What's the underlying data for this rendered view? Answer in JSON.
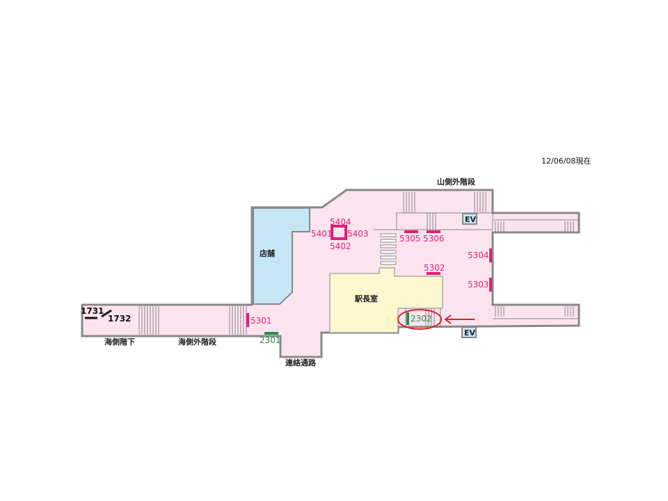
{
  "date": "12/06/08現在",
  "rooms": {
    "shop": "店舗",
    "station_master": "駅長室",
    "ev_top": "EV",
    "ev_bottom": "EV"
  },
  "areas": {
    "mountain_stairs": "山側外階段",
    "sea_underpass": "海側階下",
    "sea_stairs": "海側外階段",
    "passage": "連絡通路"
  },
  "codes": {
    "c5404": "5404",
    "c5401": "5401",
    "c5403": "5403",
    "c5402": "5402",
    "c5305": "5305",
    "c5306": "5306",
    "c5304": "5304",
    "c5302": "5302",
    "c5303": "5303",
    "c5301": "5301",
    "c2301": "2301",
    "c2302": "2302",
    "c1731": "1731",
    "c1732": "1732"
  },
  "colors": {
    "floor": "#fce4ef",
    "shop": "#c6e6f6",
    "office": "#fdf8cf",
    "magenta": "#e0207a",
    "green": "#2a8a4a",
    "highlight": "#e02020"
  }
}
